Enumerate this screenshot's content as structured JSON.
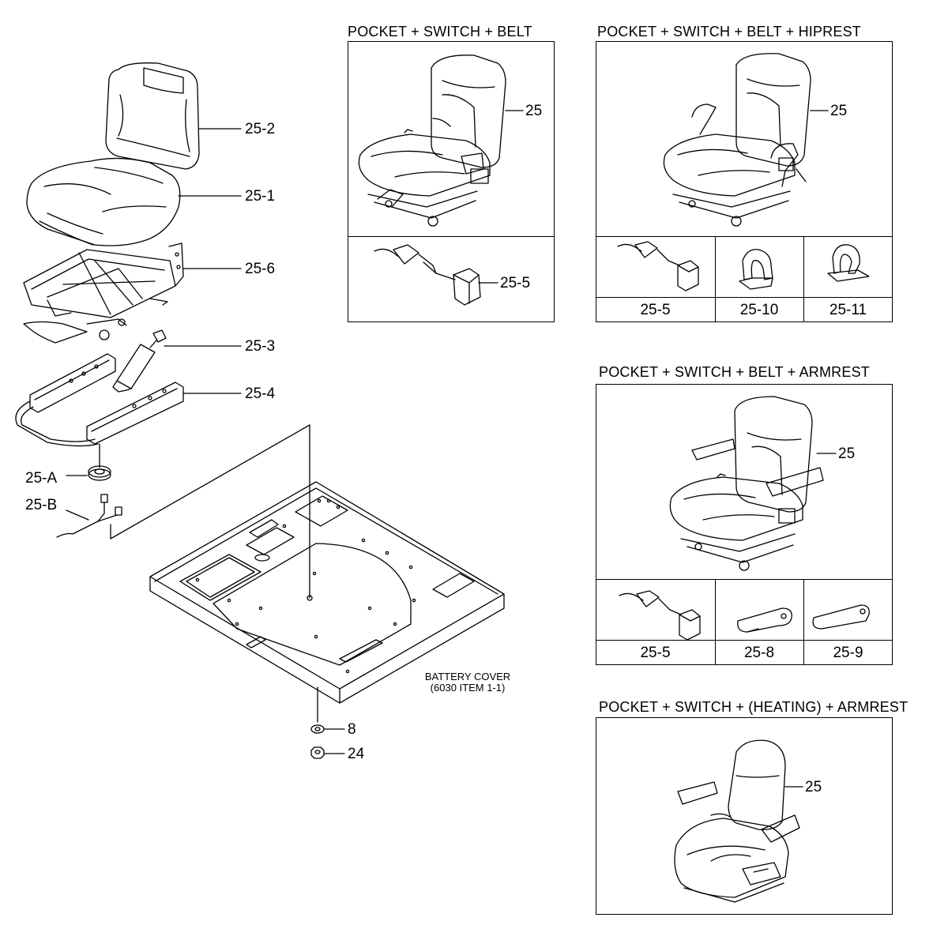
{
  "parts": {
    "backrest": "25-2",
    "cushion": "25-1",
    "frame": "25-6",
    "damper": "25-3",
    "rails": "25-4",
    "grommet": "25-A",
    "harness": "25-B",
    "washer": "8",
    "nut": "24"
  },
  "battery_cover": {
    "line1": "BATTERY COVER",
    "line2": "(6030 ITEM 1-1)"
  },
  "variants": [
    {
      "title": "POCKET + SWITCH + BELT",
      "seat_label": "25",
      "cells": [
        "25-5"
      ]
    },
    {
      "title": "POCKET + SWITCH + BELT + HIPREST",
      "seat_label": "25",
      "cells": [
        "25-5",
        "25-10",
        "25-11"
      ]
    },
    {
      "title": "POCKET + SWITCH + BELT + ARMREST",
      "seat_label": "25",
      "cells": [
        "25-5",
        "25-8",
        "25-9"
      ]
    },
    {
      "title": "POCKET + SWITCH + (HEATING) + ARMREST",
      "seat_label": "25",
      "cells": []
    }
  ]
}
